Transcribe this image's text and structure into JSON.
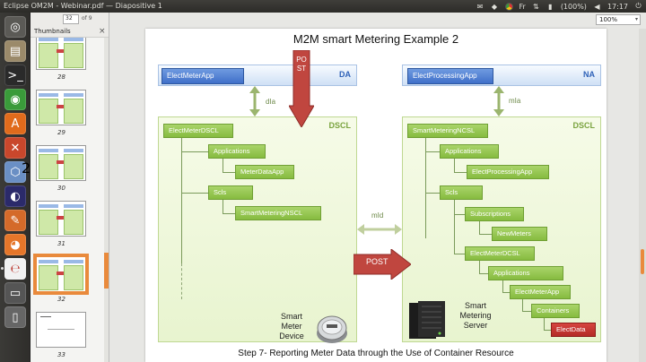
{
  "window": {
    "title": "Eclipse OM2M - Webinar.pdf — Diapositive 1",
    "tray": {
      "battery": "(100%)",
      "clock": "17:17",
      "keyboard": "Fr"
    }
  },
  "launcher": {
    "items": [
      {
        "name": "dash-home",
        "glyph": "◎",
        "color": "#5b5a56"
      },
      {
        "name": "files",
        "glyph": "▤",
        "color": "#9b8a6a"
      },
      {
        "name": "terminal",
        "glyph": ">_",
        "color": "#2a2a2a"
      },
      {
        "name": "chrome",
        "glyph": "◉",
        "color": "#3a9b3a"
      },
      {
        "name": "software-center",
        "glyph": "A",
        "color": "#e06b1c"
      },
      {
        "name": "system-settings",
        "glyph": "✕",
        "color": "#c9472c"
      },
      {
        "name": "update-manager",
        "glyph": "⬡",
        "color": "#6a8fc4",
        "badge": "2"
      },
      {
        "name": "eclipse",
        "glyph": "◐",
        "color": "#2b2a6a"
      },
      {
        "name": "tools",
        "glyph": "✎",
        "color": "#d46a2a"
      },
      {
        "name": "firefox",
        "glyph": "◕",
        "color": "#e5762a"
      },
      {
        "name": "document-viewer",
        "glyph": "℮",
        "color": "#f1f1f1"
      },
      {
        "name": "workspace",
        "glyph": "▭",
        "color": "#555"
      },
      {
        "name": "trash",
        "glyph": "▯",
        "color": "#666"
      }
    ]
  },
  "sidebar": {
    "title": "Thumbnails",
    "page_input": "32",
    "page_of": "of 9",
    "pages": [
      "28",
      "29",
      "30",
      "31",
      "32",
      "33"
    ],
    "selected": "32"
  },
  "toolbar": {
    "zoom": "100%"
  },
  "slide": {
    "title": "M2M smart Metering Example 2",
    "caption": "Step 7- Reporting Meter Data through the Use of Container Resource",
    "da_tag": "DA",
    "na_tag": "NA",
    "da_app": "ElectMeterApp",
    "na_app": "ElectProcessingApp",
    "post_vertical": "POST",
    "post_horizontal": "POST",
    "dia": "dIa",
    "mia": "mIa",
    "mid": "mId",
    "left": {
      "tag": "DSCL",
      "root": "ElectMeterDSCL",
      "applications": "Applications",
      "meter_data_app": "MeterDataApp",
      "scls": "Scls",
      "smart_nscl": "SmartMeteringNSCL",
      "device_label": [
        "Smart",
        "Meter",
        "Device"
      ]
    },
    "right": {
      "tag": "DSCL",
      "root": "SmartMeteringNCSL",
      "applications": "Applications",
      "elect_processing_app": "ElectProcessingApp",
      "scls": "Scls",
      "subscriptions": "Subscriptions",
      "new_meters": "NewMeters",
      "elect_meter_dcsl": "ElectMeterDCSL",
      "applications2": "Applications",
      "elect_meter_app": "ElectMeterApp",
      "containers": "Containers",
      "elect_data": "ElectData",
      "server_label": [
        "Smart",
        "Metering",
        "Server"
      ]
    }
  }
}
